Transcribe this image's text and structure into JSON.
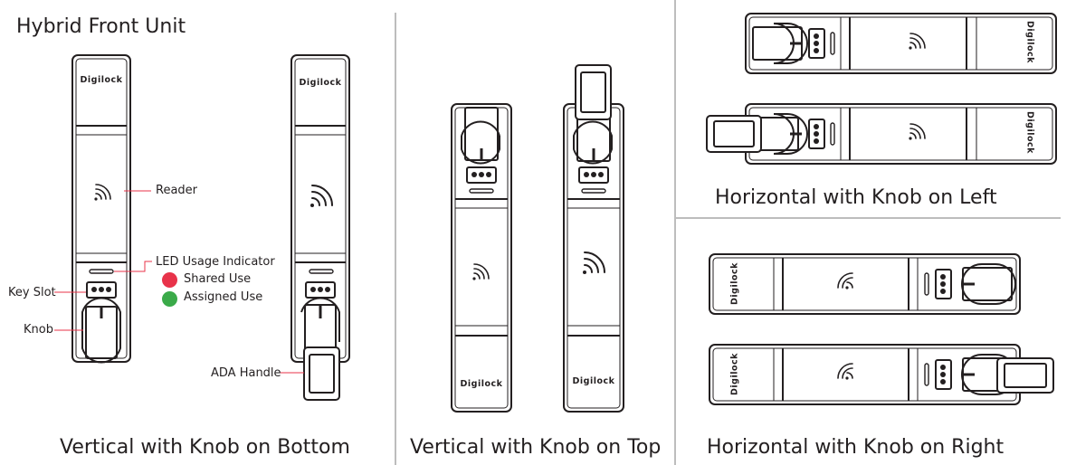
{
  "header": {
    "title": "Hybrid Front Unit"
  },
  "brand": "Digilock",
  "callouts": {
    "reader": "Reader",
    "led": "LED Usage Indicator",
    "shared": "Shared Use",
    "assigned": "Assigned Use",
    "key_slot": "Key Slot",
    "knob": "Knob",
    "ada": "ADA Handle"
  },
  "colors": {
    "shared": "#e8334a",
    "assigned": "#3aaa49",
    "line": "#231f20",
    "accent": "#e8334a"
  },
  "captions": {
    "vertical_bottom": "Vertical with Knob on Bottom",
    "vertical_top": "Vertical with Knob on Top",
    "horizontal_left": "Horizontal with Knob on Left",
    "horizontal_right": "Horizontal with Knob on Right"
  }
}
